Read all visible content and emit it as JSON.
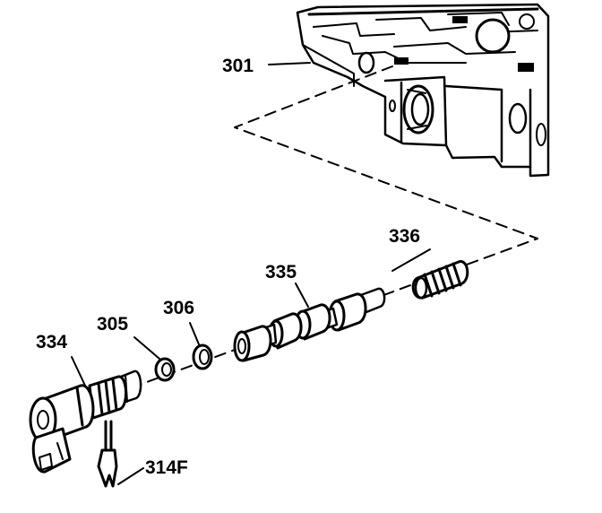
{
  "diagram": {
    "callouts": [
      {
        "id": "housing",
        "text": "301"
      },
      {
        "id": "solenoid",
        "text": "334"
      },
      {
        "id": "oring-1",
        "text": "305"
      },
      {
        "id": "oring-2",
        "text": "306"
      },
      {
        "id": "valve",
        "text": "335"
      },
      {
        "id": "spring",
        "text": "336"
      },
      {
        "id": "clip",
        "text": "314F"
      }
    ]
  }
}
